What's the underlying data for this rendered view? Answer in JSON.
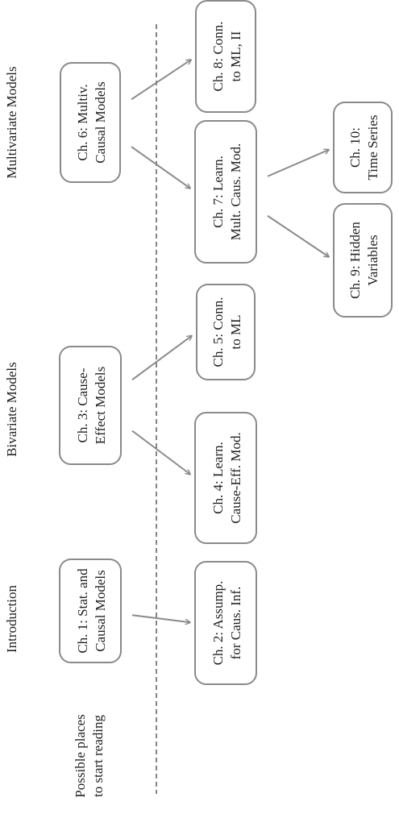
{
  "sections": {
    "introduction": "Introduction",
    "bivariate": "Bivariate Models",
    "multivariate": "Multivariate Models"
  },
  "start_reading": {
    "line1": "Possible places",
    "line2": "to start reading"
  },
  "chapters": {
    "ch1": {
      "line1": "Ch. 1: Stat. and",
      "line2": "Causal Models"
    },
    "ch2": {
      "line1": "Ch. 2: Assump.",
      "line2": "for Caus. Inf."
    },
    "ch3": {
      "line1": "Ch. 3: Cause-",
      "line2": "Effect Models"
    },
    "ch4": {
      "line1": "Ch. 4: Learn.",
      "line2": "Cause-Eff. Mod."
    },
    "ch5": {
      "line1": "Ch. 5: Conn.",
      "line2": "to ML"
    },
    "ch6": {
      "line1": "Ch. 6: Multiv.",
      "line2": "Causal Models"
    },
    "ch7": {
      "line1": "Ch. 7: Learn.",
      "line2": "Mult. Caus. Mod."
    },
    "ch8": {
      "line1": "Ch. 8: Conn.",
      "line2": "to ML, II"
    },
    "ch9": {
      "line1": "Ch. 9: Hidden",
      "line2": "Variables"
    },
    "ch10": {
      "line1": "Ch. 10:",
      "line2": "Time Series"
    }
  },
  "edges": [
    {
      "from": "ch1",
      "to": "ch2"
    },
    {
      "from": "ch3",
      "to": "ch4"
    },
    {
      "from": "ch3",
      "to": "ch5"
    },
    {
      "from": "ch6",
      "to": "ch7"
    },
    {
      "from": "ch6",
      "to": "ch8"
    },
    {
      "from": "ch7",
      "to": "ch9"
    },
    {
      "from": "ch7",
      "to": "ch10"
    }
  ]
}
